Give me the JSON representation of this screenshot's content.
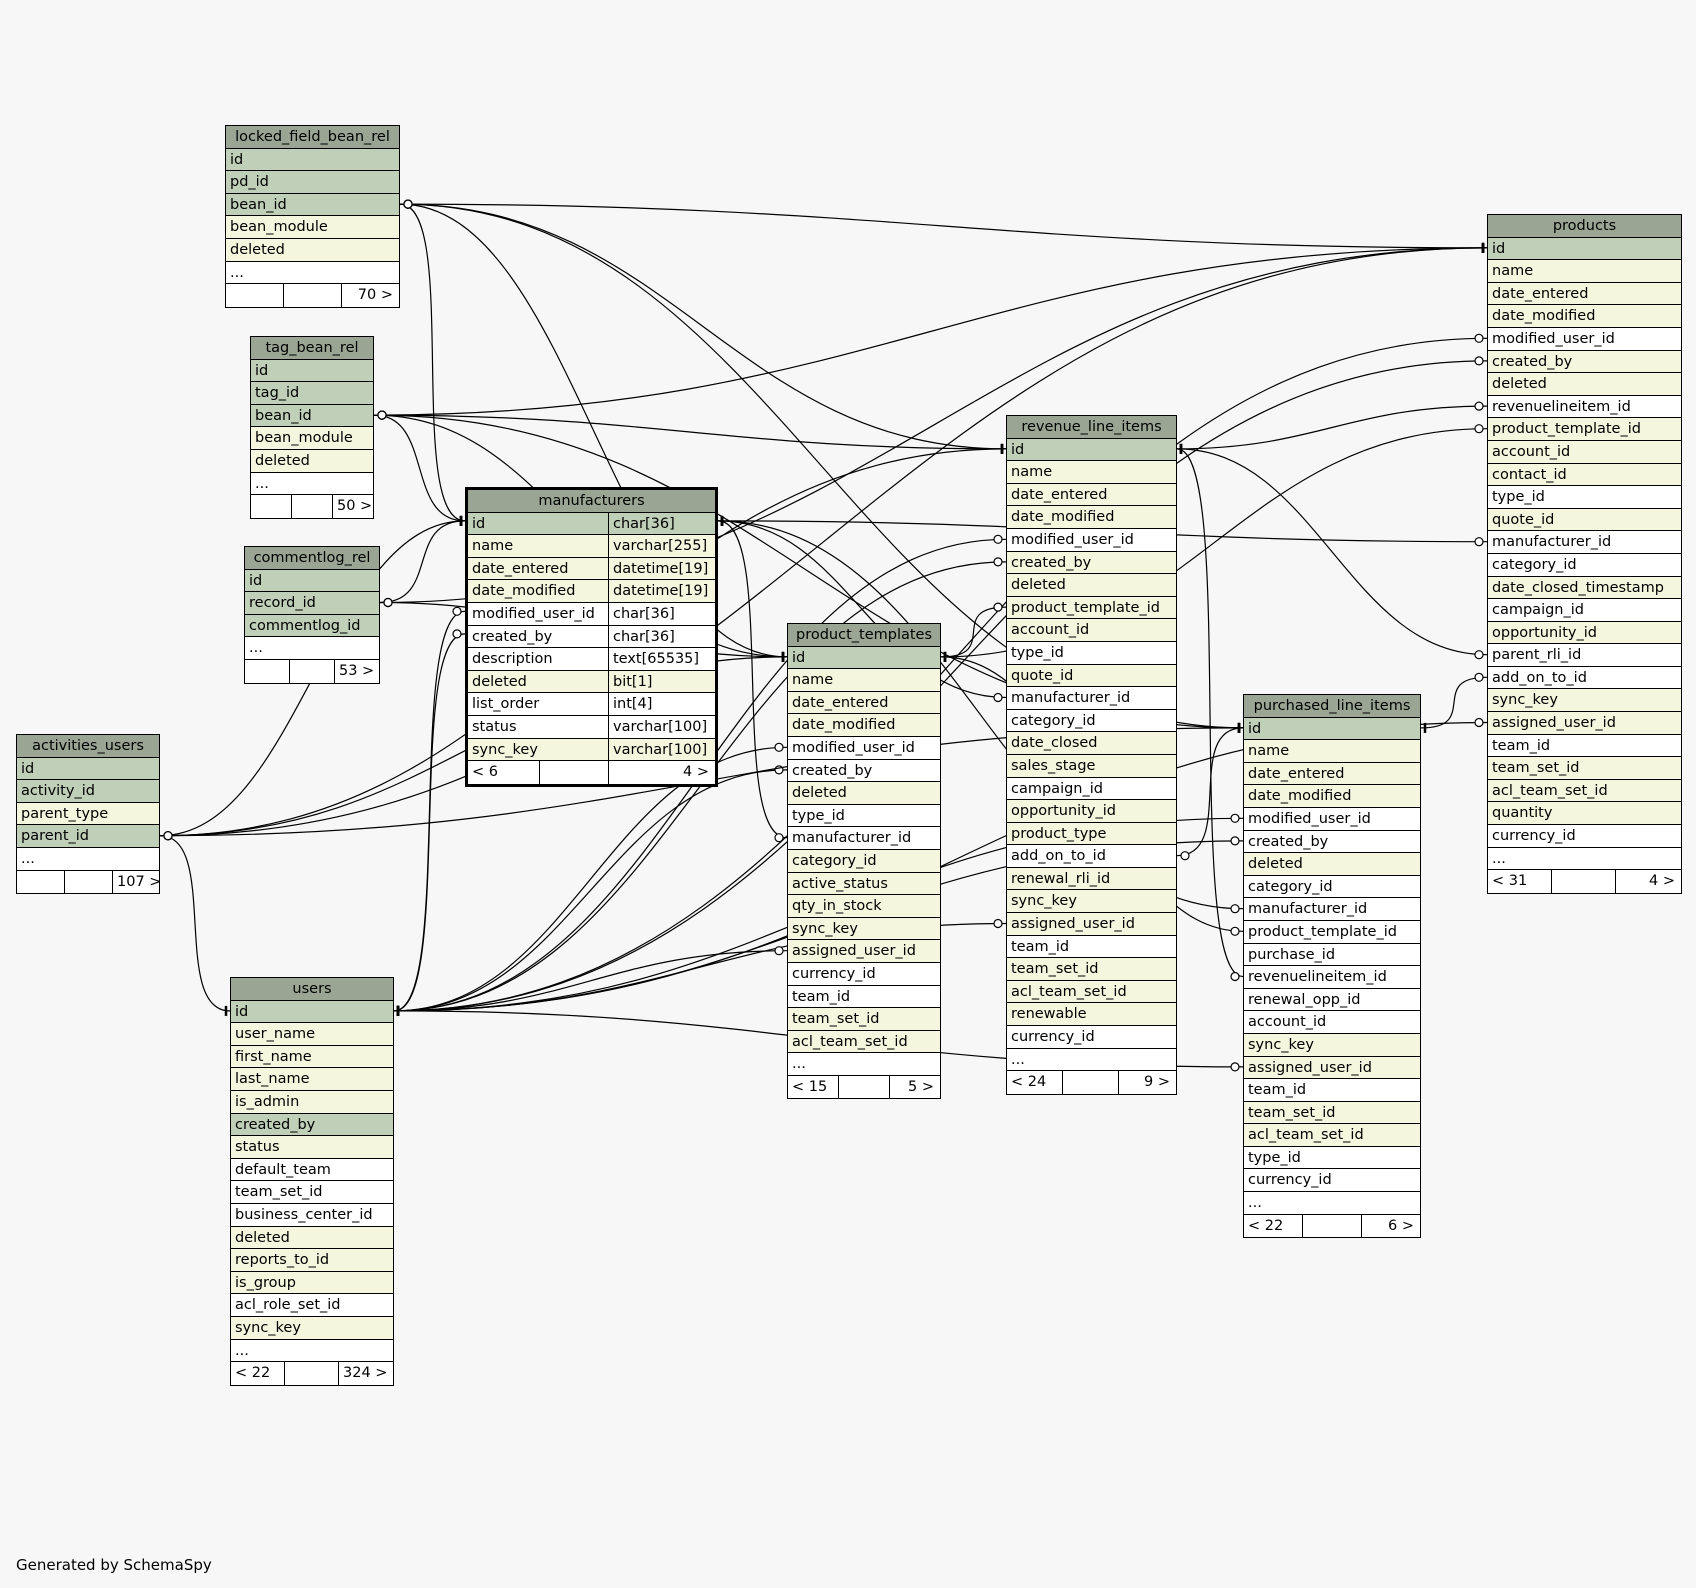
{
  "footer": "Generated by SchemaSpy",
  "colors": {
    "header": "#9aa693",
    "primary_key": "#bfcfb8",
    "indexed": "#f4f7de",
    "column": "#ffffff",
    "background": "#f7f7f7"
  },
  "tables": {
    "locked_field_bean_rel": {
      "name": "locked_field_bean_rel",
      "columns": [
        {
          "name": "id",
          "kind": "pk"
        },
        {
          "name": "pd_id",
          "kind": "pk"
        },
        {
          "name": "bean_id",
          "kind": "pk"
        },
        {
          "name": "bean_module",
          "kind": "idx"
        },
        {
          "name": "deleted",
          "kind": "idx"
        },
        {
          "name": "...",
          "kind": "plain"
        }
      ],
      "footer": [
        "",
        "",
        "70 >"
      ]
    },
    "tag_bean_rel": {
      "name": "tag_bean_rel",
      "columns": [
        {
          "name": "id",
          "kind": "pk"
        },
        {
          "name": "tag_id",
          "kind": "pk"
        },
        {
          "name": "bean_id",
          "kind": "pk"
        },
        {
          "name": "bean_module",
          "kind": "idx"
        },
        {
          "name": "deleted",
          "kind": "idx"
        },
        {
          "name": "...",
          "kind": "plain"
        }
      ],
      "footer": [
        "",
        "",
        "50 >"
      ]
    },
    "commentlog_rel": {
      "name": "commentlog_rel",
      "columns": [
        {
          "name": "id",
          "kind": "pk"
        },
        {
          "name": "record_id",
          "kind": "pk"
        },
        {
          "name": "commentlog_id",
          "kind": "pk"
        },
        {
          "name": "...",
          "kind": "plain"
        }
      ],
      "footer": [
        "",
        "",
        "53 >"
      ]
    },
    "activities_users": {
      "name": "activities_users",
      "columns": [
        {
          "name": "id",
          "kind": "pk"
        },
        {
          "name": "activity_id",
          "kind": "pk"
        },
        {
          "name": "parent_type",
          "kind": "idx"
        },
        {
          "name": "parent_id",
          "kind": "pk"
        },
        {
          "name": "...",
          "kind": "plain"
        }
      ],
      "footer": [
        "",
        "",
        "107 >"
      ]
    },
    "users": {
      "name": "users",
      "columns": [
        {
          "name": "id",
          "kind": "pk"
        },
        {
          "name": "user_name",
          "kind": "idx"
        },
        {
          "name": "first_name",
          "kind": "idx"
        },
        {
          "name": "last_name",
          "kind": "idx"
        },
        {
          "name": "is_admin",
          "kind": "idx"
        },
        {
          "name": "created_by",
          "kind": "pk"
        },
        {
          "name": "status",
          "kind": "idx"
        },
        {
          "name": "default_team",
          "kind": "plain"
        },
        {
          "name": "team_set_id",
          "kind": "plain"
        },
        {
          "name": "business_center_id",
          "kind": "plain"
        },
        {
          "name": "deleted",
          "kind": "idx"
        },
        {
          "name": "reports_to_id",
          "kind": "idx"
        },
        {
          "name": "is_group",
          "kind": "idx"
        },
        {
          "name": "acl_role_set_id",
          "kind": "plain"
        },
        {
          "name": "sync_key",
          "kind": "idx"
        },
        {
          "name": "...",
          "kind": "plain"
        }
      ],
      "footer": [
        "< 22",
        "",
        "324 >"
      ]
    },
    "manufacturers": {
      "name": "manufacturers",
      "columns": [
        {
          "name": "id",
          "type": "char[36]",
          "kind": "pk"
        },
        {
          "name": "name",
          "type": "varchar[255]",
          "kind": "idx"
        },
        {
          "name": "date_entered",
          "type": "datetime[19]",
          "kind": "idx"
        },
        {
          "name": "date_modified",
          "type": "datetime[19]",
          "kind": "idx"
        },
        {
          "name": "modified_user_id",
          "type": "char[36]",
          "kind": "plain"
        },
        {
          "name": "created_by",
          "type": "char[36]",
          "kind": "plain"
        },
        {
          "name": "description",
          "type": "text[65535]",
          "kind": "plain"
        },
        {
          "name": "deleted",
          "type": "bit[1]",
          "kind": "idx"
        },
        {
          "name": "list_order",
          "type": "int[4]",
          "kind": "plain"
        },
        {
          "name": "status",
          "type": "varchar[100]",
          "kind": "plain"
        },
        {
          "name": "sync_key",
          "type": "varchar[100]",
          "kind": "idx"
        }
      ],
      "footer": [
        "< 6",
        "",
        "4 >"
      ]
    },
    "product_templates": {
      "name": "product_templates",
      "columns": [
        {
          "name": "id",
          "kind": "pk"
        },
        {
          "name": "name",
          "kind": "idx"
        },
        {
          "name": "date_entered",
          "kind": "idx"
        },
        {
          "name": "date_modified",
          "kind": "idx"
        },
        {
          "name": "modified_user_id",
          "kind": "plain"
        },
        {
          "name": "created_by",
          "kind": "plain"
        },
        {
          "name": "deleted",
          "kind": "idx"
        },
        {
          "name": "type_id",
          "kind": "plain"
        },
        {
          "name": "manufacturer_id",
          "kind": "plain"
        },
        {
          "name": "category_id",
          "kind": "idx"
        },
        {
          "name": "active_status",
          "kind": "idx"
        },
        {
          "name": "qty_in_stock",
          "kind": "idx"
        },
        {
          "name": "sync_key",
          "kind": "idx"
        },
        {
          "name": "assigned_user_id",
          "kind": "idx"
        },
        {
          "name": "currency_id",
          "kind": "plain"
        },
        {
          "name": "team_id",
          "kind": "plain"
        },
        {
          "name": "team_set_id",
          "kind": "idx"
        },
        {
          "name": "acl_team_set_id",
          "kind": "idx"
        },
        {
          "name": "...",
          "kind": "plain"
        }
      ],
      "footer": [
        "< 15",
        "",
        "5 >"
      ]
    },
    "revenue_line_items": {
      "name": "revenue_line_items",
      "columns": [
        {
          "name": "id",
          "kind": "pk"
        },
        {
          "name": "name",
          "kind": "idx"
        },
        {
          "name": "date_entered",
          "kind": "idx"
        },
        {
          "name": "date_modified",
          "kind": "idx"
        },
        {
          "name": "modified_user_id",
          "kind": "plain"
        },
        {
          "name": "created_by",
          "kind": "idx"
        },
        {
          "name": "deleted",
          "kind": "idx"
        },
        {
          "name": "product_template_id",
          "kind": "idx"
        },
        {
          "name": "account_id",
          "kind": "idx"
        },
        {
          "name": "type_id",
          "kind": "plain"
        },
        {
          "name": "quote_id",
          "kind": "idx"
        },
        {
          "name": "manufacturer_id",
          "kind": "plain"
        },
        {
          "name": "category_id",
          "kind": "plain"
        },
        {
          "name": "date_closed",
          "kind": "idx"
        },
        {
          "name": "sales_stage",
          "kind": "idx"
        },
        {
          "name": "campaign_id",
          "kind": "plain"
        },
        {
          "name": "opportunity_id",
          "kind": "idx"
        },
        {
          "name": "product_type",
          "kind": "idx"
        },
        {
          "name": "add_on_to_id",
          "kind": "plain"
        },
        {
          "name": "renewal_rli_id",
          "kind": "idx"
        },
        {
          "name": "sync_key",
          "kind": "idx"
        },
        {
          "name": "assigned_user_id",
          "kind": "idx"
        },
        {
          "name": "team_id",
          "kind": "plain"
        },
        {
          "name": "team_set_id",
          "kind": "idx"
        },
        {
          "name": "acl_team_set_id",
          "kind": "idx"
        },
        {
          "name": "renewable",
          "kind": "idx"
        },
        {
          "name": "currency_id",
          "kind": "plain"
        },
        {
          "name": "...",
          "kind": "plain"
        }
      ],
      "footer": [
        "< 24",
        "",
        "9 >"
      ]
    },
    "purchased_line_items": {
      "name": "purchased_line_items",
      "columns": [
        {
          "name": "id",
          "kind": "pk"
        },
        {
          "name": "name",
          "kind": "idx"
        },
        {
          "name": "date_entered",
          "kind": "idx"
        },
        {
          "name": "date_modified",
          "kind": "idx"
        },
        {
          "name": "modified_user_id",
          "kind": "plain"
        },
        {
          "name": "created_by",
          "kind": "plain"
        },
        {
          "name": "deleted",
          "kind": "idx"
        },
        {
          "name": "category_id",
          "kind": "plain"
        },
        {
          "name": "manufacturer_id",
          "kind": "plain"
        },
        {
          "name": "product_template_id",
          "kind": "plain"
        },
        {
          "name": "purchase_id",
          "kind": "plain"
        },
        {
          "name": "revenuelineitem_id",
          "kind": "plain"
        },
        {
          "name": "renewal_opp_id",
          "kind": "plain"
        },
        {
          "name": "account_id",
          "kind": "plain"
        },
        {
          "name": "sync_key",
          "kind": "idx"
        },
        {
          "name": "assigned_user_id",
          "kind": "idx"
        },
        {
          "name": "team_id",
          "kind": "plain"
        },
        {
          "name": "team_set_id",
          "kind": "idx"
        },
        {
          "name": "acl_team_set_id",
          "kind": "idx"
        },
        {
          "name": "type_id",
          "kind": "plain"
        },
        {
          "name": "currency_id",
          "kind": "plain"
        },
        {
          "name": "...",
          "kind": "plain"
        }
      ],
      "footer": [
        "< 22",
        "",
        "6 >"
      ]
    },
    "products": {
      "name": "products",
      "columns": [
        {
          "name": "id",
          "kind": "pk"
        },
        {
          "name": "name",
          "kind": "idx"
        },
        {
          "name": "date_entered",
          "kind": "idx"
        },
        {
          "name": "date_modified",
          "kind": "idx"
        },
        {
          "name": "modified_user_id",
          "kind": "plain"
        },
        {
          "name": "created_by",
          "kind": "idx"
        },
        {
          "name": "deleted",
          "kind": "idx"
        },
        {
          "name": "revenuelineitem_id",
          "kind": "plain"
        },
        {
          "name": "product_template_id",
          "kind": "idx"
        },
        {
          "name": "account_id",
          "kind": "idx"
        },
        {
          "name": "contact_id",
          "kind": "idx"
        },
        {
          "name": "type_id",
          "kind": "plain"
        },
        {
          "name": "quote_id",
          "kind": "idx"
        },
        {
          "name": "manufacturer_id",
          "kind": "plain"
        },
        {
          "name": "category_id",
          "kind": "plain"
        },
        {
          "name": "date_closed_timestamp",
          "kind": "idx"
        },
        {
          "name": "campaign_id",
          "kind": "plain"
        },
        {
          "name": "opportunity_id",
          "kind": "idx"
        },
        {
          "name": "parent_rli_id",
          "kind": "plain"
        },
        {
          "name": "add_on_to_id",
          "kind": "plain"
        },
        {
          "name": "sync_key",
          "kind": "idx"
        },
        {
          "name": "assigned_user_id",
          "kind": "idx"
        },
        {
          "name": "team_id",
          "kind": "plain"
        },
        {
          "name": "team_set_id",
          "kind": "idx"
        },
        {
          "name": "acl_team_set_id",
          "kind": "idx"
        },
        {
          "name": "quantity",
          "kind": "idx"
        },
        {
          "name": "currency_id",
          "kind": "plain"
        },
        {
          "name": "...",
          "kind": "plain"
        }
      ],
      "footer": [
        "< 31",
        "",
        "4 >"
      ]
    }
  },
  "relationships": [
    {
      "from": "products.modified_user_id",
      "to": "users.id"
    },
    {
      "from": "products.created_by",
      "to": "users.id"
    },
    {
      "from": "products.revenuelineitem_id",
      "to": "revenue_line_items.id"
    },
    {
      "from": "products.product_template_id",
      "to": "product_templates.id"
    },
    {
      "from": "products.manufacturer_id",
      "to": "manufacturers.id"
    },
    {
      "from": "products.parent_rli_id",
      "to": "revenue_line_items.id"
    },
    {
      "from": "products.add_on_to_id",
      "to": "purchased_line_items.id"
    },
    {
      "from": "products.assigned_user_id",
      "to": "users.id"
    },
    {
      "from": "revenue_line_items.modified_user_id",
      "to": "users.id"
    },
    {
      "from": "revenue_line_items.created_by",
      "to": "users.id"
    },
    {
      "from": "revenue_line_items.product_template_id",
      "to": "product_templates.id"
    },
    {
      "from": "revenue_line_items.manufacturer_id",
      "to": "manufacturers.id"
    },
    {
      "from": "revenue_line_items.add_on_to_id",
      "to": "purchased_line_items.id"
    },
    {
      "from": "revenue_line_items.assigned_user_id",
      "to": "users.id"
    },
    {
      "from": "purchased_line_items.modified_user_id",
      "to": "users.id"
    },
    {
      "from": "purchased_line_items.created_by",
      "to": "users.id"
    },
    {
      "from": "purchased_line_items.manufacturer_id",
      "to": "manufacturers.id"
    },
    {
      "from": "purchased_line_items.product_template_id",
      "to": "product_templates.id"
    },
    {
      "from": "purchased_line_items.revenuelineitem_id",
      "to": "revenue_line_items.id"
    },
    {
      "from": "purchased_line_items.assigned_user_id",
      "to": "users.id"
    },
    {
      "from": "product_templates.modified_user_id",
      "to": "users.id"
    },
    {
      "from": "product_templates.created_by",
      "to": "users.id"
    },
    {
      "from": "product_templates.manufacturer_id",
      "to": "manufacturers.id"
    },
    {
      "from": "product_templates.assigned_user_id",
      "to": "users.id"
    },
    {
      "from": "manufacturers.modified_user_id",
      "to": "users.id"
    },
    {
      "from": "manufacturers.created_by",
      "to": "users.id"
    },
    {
      "from": "activities_users.parent_id",
      "to": "users.id"
    },
    {
      "from": "activities_users.parent_id",
      "to": "products.id"
    },
    {
      "from": "activities_users.parent_id",
      "to": "revenue_line_items.id"
    },
    {
      "from": "activities_users.parent_id",
      "to": "manufacturers.id"
    },
    {
      "from": "activities_users.parent_id",
      "to": "product_templates.id"
    },
    {
      "from": "activities_users.parent_id",
      "to": "purchased_line_items.id"
    },
    {
      "from": "locked_field_bean_rel.bean_id",
      "to": "products.id"
    },
    {
      "from": "locked_field_bean_rel.bean_id",
      "to": "revenue_line_items.id"
    },
    {
      "from": "locked_field_bean_rel.bean_id",
      "to": "manufacturers.id"
    },
    {
      "from": "locked_field_bean_rel.bean_id",
      "to": "product_templates.id"
    },
    {
      "from": "locked_field_bean_rel.bean_id",
      "to": "purchased_line_items.id"
    },
    {
      "from": "tag_bean_rel.bean_id",
      "to": "products.id"
    },
    {
      "from": "tag_bean_rel.bean_id",
      "to": "revenue_line_items.id"
    },
    {
      "from": "tag_bean_rel.bean_id",
      "to": "manufacturers.id"
    },
    {
      "from": "tag_bean_rel.bean_id",
      "to": "product_templates.id"
    },
    {
      "from": "tag_bean_rel.bean_id",
      "to": "purchased_line_items.id"
    },
    {
      "from": "commentlog_rel.record_id",
      "to": "products.id"
    },
    {
      "from": "commentlog_rel.record_id",
      "to": "manufacturers.id"
    },
    {
      "from": "commentlog_rel.record_id",
      "to": "product_templates.id"
    }
  ]
}
